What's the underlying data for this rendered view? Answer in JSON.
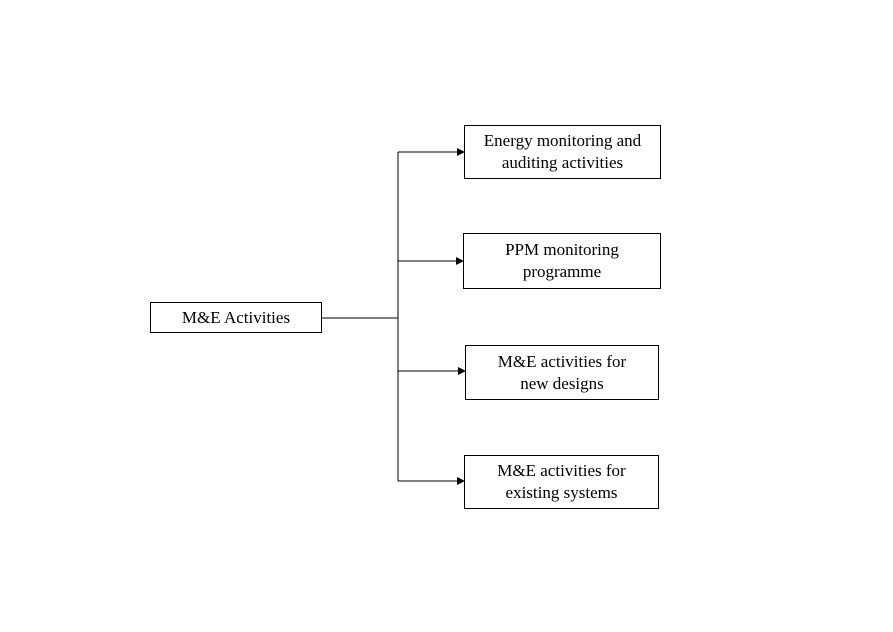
{
  "diagram": {
    "root": {
      "label": "M&E Activities"
    },
    "children": [
      {
        "label": "Energy monitoring and\nauditing activities"
      },
      {
        "label": "PPM monitoring\nprogramme"
      },
      {
        "label": "M&E activities for\nnew designs"
      },
      {
        "label": "M&E activities for\nexisting systems"
      }
    ],
    "colors": {
      "line": "#000000",
      "box_border": "#000000",
      "background": "#ffffff"
    }
  }
}
